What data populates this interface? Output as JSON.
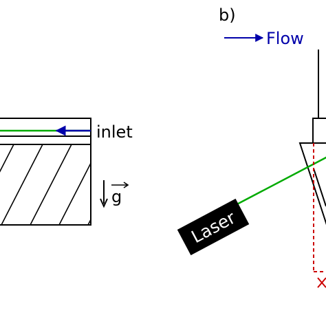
{
  "panel_b": {
    "label": "b)",
    "legend": {
      "text": "Flow",
      "color": "#0000aa",
      "icon": "arrow-right-icon"
    }
  },
  "panel_a": {
    "inlet_label": "inlet",
    "gravity_label": "g",
    "flow_color": "#0000aa",
    "laser_color": "#00aa00"
  },
  "laser": {
    "label": "Laser",
    "color": "#00aa00",
    "box_color": "#000000"
  },
  "dashed_color": "#cc0000"
}
